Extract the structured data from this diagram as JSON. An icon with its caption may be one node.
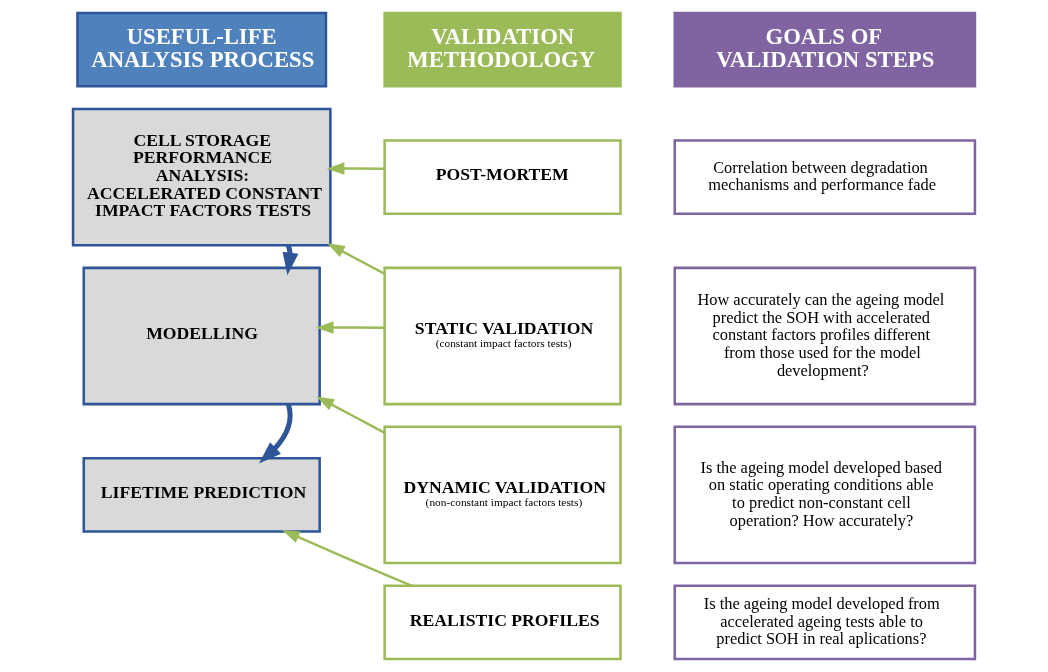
{
  "diagram": {
    "nodes": [
      {
        "text": [
          "USEFUL-LIFE ANALYSIS PROCESS"
        ]
      },
      {
        "text": [
          "VALIDATION METHODOLOGY"
        ]
      },
      {
        "text": [
          "GOALS OF VALIDATION STEPS"
        ]
      },
      {
        "text": [
          "CELL STORAGE PERFORMANCE ANALYSIS: ACCELERATED CONSTANT IMPACT FACTORS TESTS"
        ]
      },
      {
        "text": [
          "POST-MORTEM"
        ]
      },
      {
        "text": [
          "Correlation between degradation mechanisms and performance fade"
        ]
      },
      {
        "text": [
          "STATIC VALIDATION",
          "(constant impact factors tests)"
        ]
      },
      {
        "text": [
          "How accurately can the ageing model predict the SOH with accelerated constant factors profiles different from those used for the model development?"
        ]
      },
      {
        "text": [
          "MODELLING"
        ]
      },
      {
        "text": [
          "DYNAMIC VALIDATION",
          "(non-constant impact factors tests)"
        ]
      },
      {
        "text": [
          "Is the ageing model developed based on static operating conditions able to predict non-constant cell operation? How accurately?"
        ]
      },
      {
        "text": [
          "LIFETIME PREDICTION"
        ]
      },
      {
        "text": [
          "REALISTIC PROFILES"
        ]
      },
      {
        "text": [
          "Is the ageing model developed from accelerated ageing tests able to predict SOH in real aplications?"
        ]
      }
    ],
    "edges": [
      {
        "from": 4,
        "to": 3,
        "arrow": "to"
      },
      {
        "from": 6,
        "to": 3,
        "arrow": "to"
      },
      {
        "from": 6,
        "to": 8,
        "arrow": "to"
      },
      {
        "from": 9,
        "to": 8,
        "arrow": "to"
      },
      {
        "from": 12,
        "to": 11,
        "arrow": "to"
      },
      {
        "from": 3,
        "to": 8,
        "arrow": "to",
        "style": "thick",
        "color": "#2e5597"
      },
      {
        "from": 8,
        "to": 11,
        "arrow": "to",
        "style": "thick",
        "color": "#2e5597"
      }
    ]
  }
}
